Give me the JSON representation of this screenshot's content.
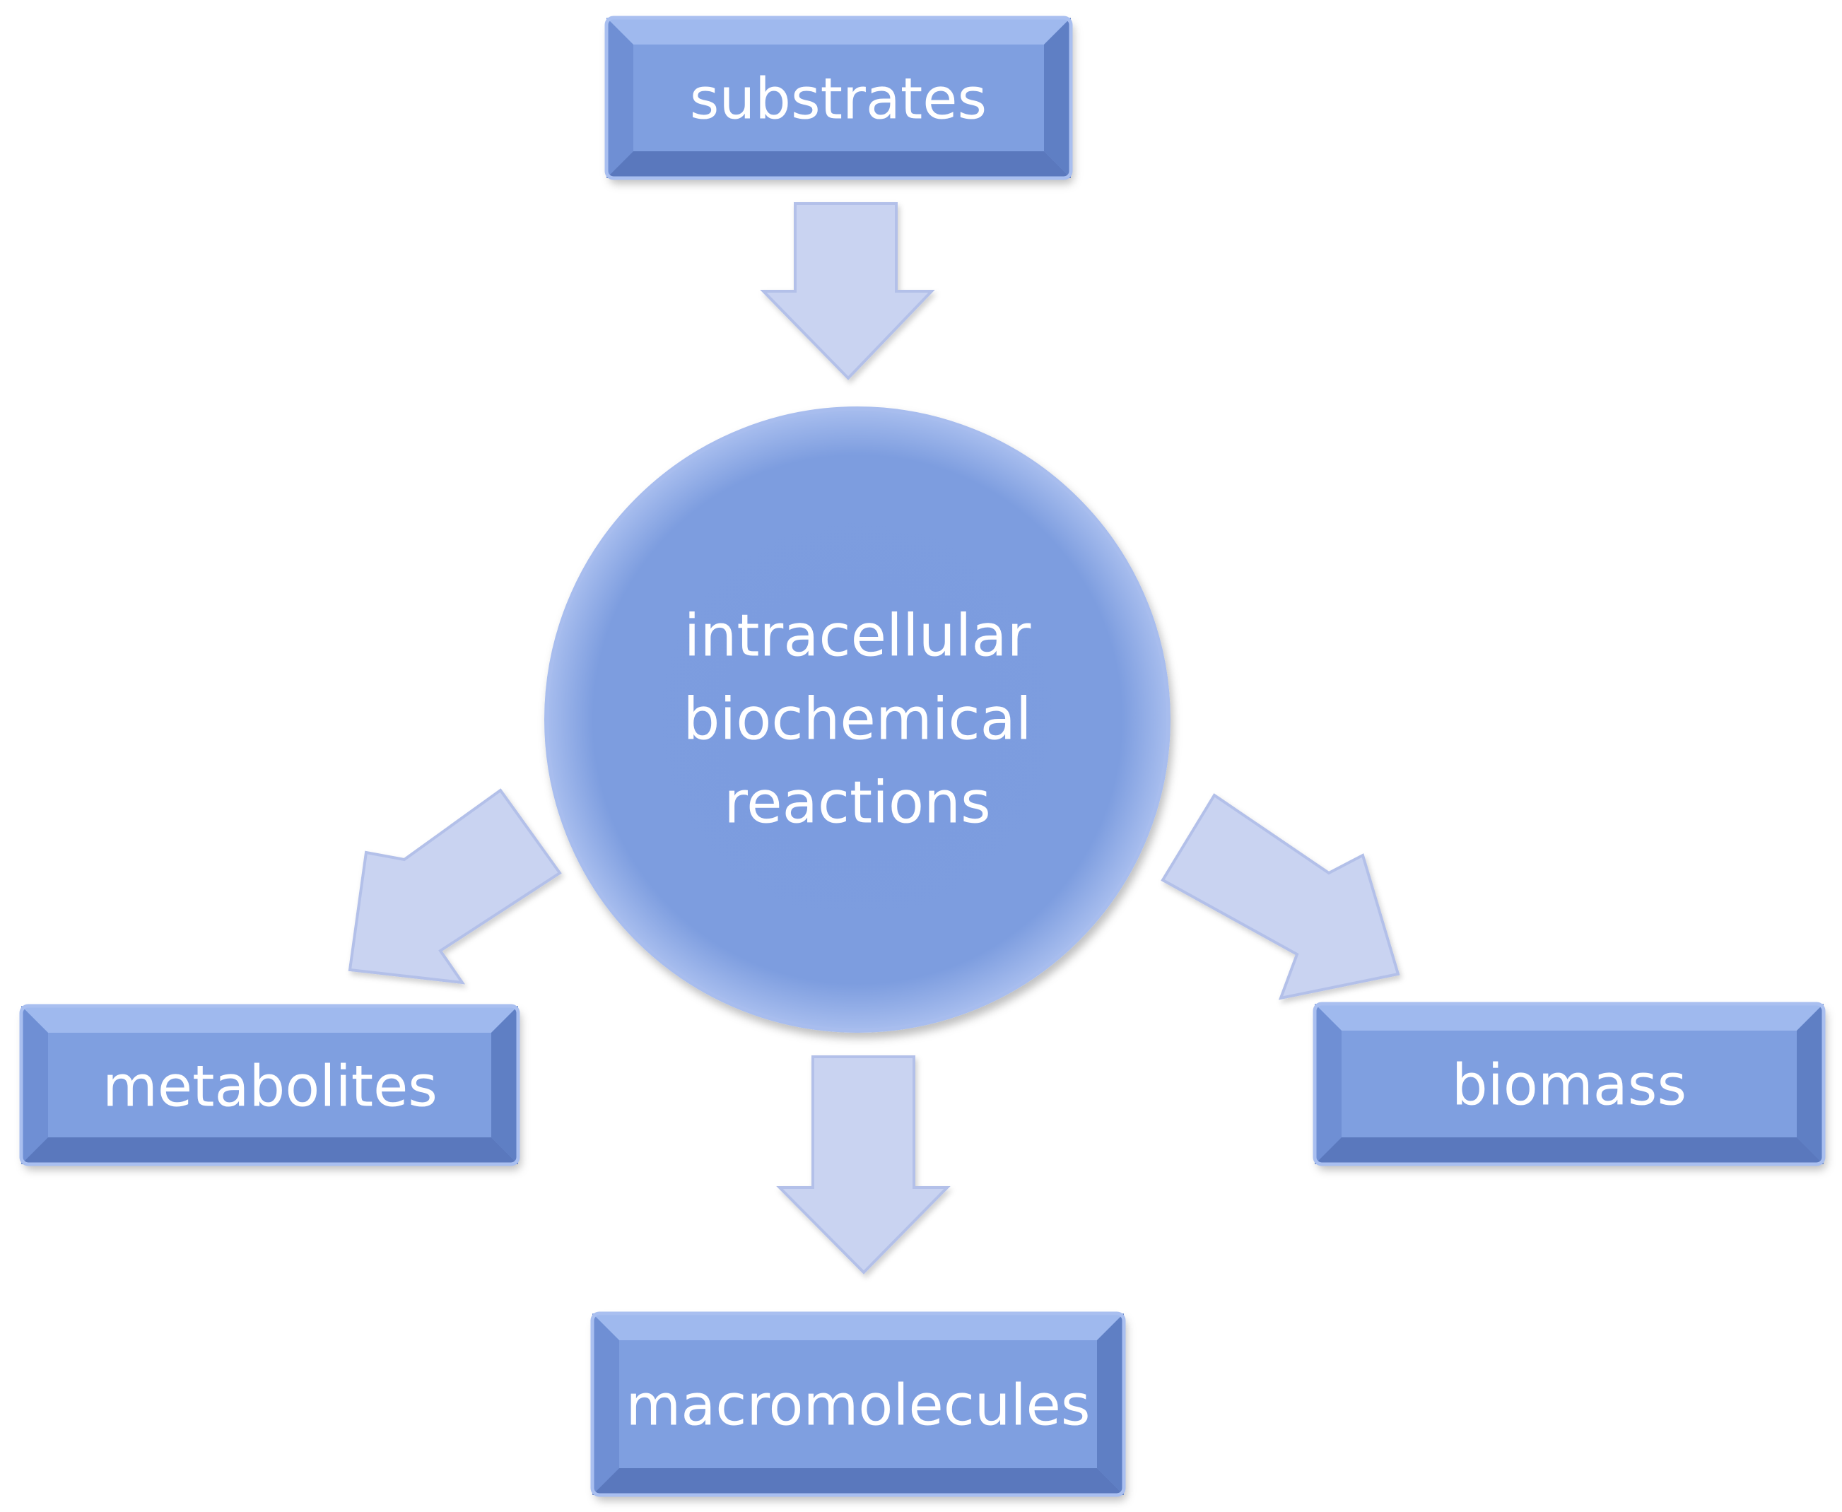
{
  "nodes": {
    "substrates": {
      "label": "substrates"
    },
    "center": {
      "lines": [
        "intracellular",
        "biochemical",
        "reactions"
      ]
    },
    "metabolites": {
      "label": "metabolites"
    },
    "macromolecules": {
      "label": "macromolecules"
    },
    "biomass": {
      "label": "biomass"
    }
  },
  "colors": {
    "box_face": "#7f9fe0",
    "box_light": "#9fb9ee",
    "box_dark": "#5f7fc4",
    "circle_fill": "#7d9ddf",
    "arrow_fill": "#c9d3f1",
    "arrow_edge": "#b3c0e9",
    "text": "#ffffff"
  }
}
